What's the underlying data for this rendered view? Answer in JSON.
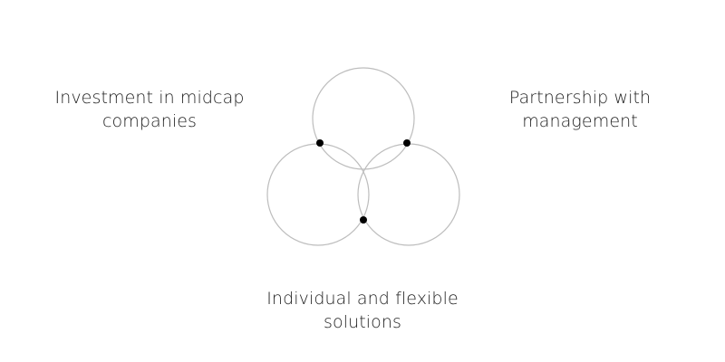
{
  "diagram": {
    "labels": {
      "left": [
        "Investment in midcap",
        "companies"
      ],
      "right": [
        "Partnership with",
        "management"
      ],
      "bottom": [
        "Individual and flexible",
        "solutions"
      ]
    },
    "colors": {
      "circle_stroke": "#bdbdbd",
      "dot_fill": "#000000",
      "text": "#222222",
      "background": "#ffffff"
    }
  }
}
